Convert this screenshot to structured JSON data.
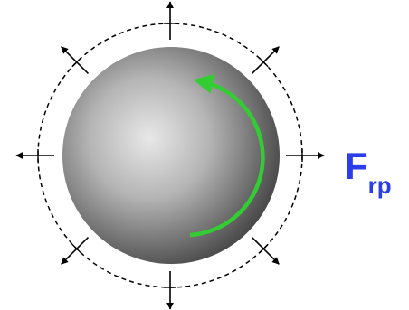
{
  "label": {
    "main": "F",
    "subscript": "rp"
  },
  "arrow_count": 8,
  "colors": {
    "sphere_highlight": "#e8e8e8",
    "sphere_shadow": "#4a4a4a",
    "rotation_arrow": "#33cc33",
    "boundary": "#000000",
    "force_arrows": "#000000",
    "label": "#2a3fe8"
  }
}
